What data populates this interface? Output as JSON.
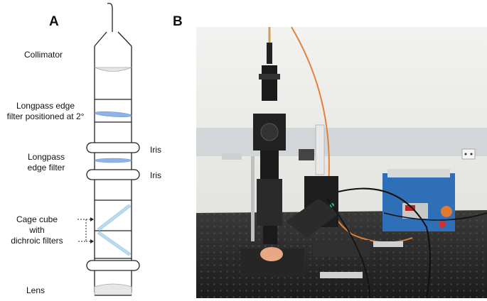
{
  "panels": {
    "a": {
      "letter": "A"
    },
    "b": {
      "letter": "B"
    }
  },
  "labels": {
    "collimator": "Collimator",
    "longpass_line1": "Longpass edge",
    "longpass_line2": "filter positioned at 2°",
    "iris_top": "Iris",
    "longpass2_line1": "Longpass",
    "longpass2_line2": "edge filter",
    "iris_bottom": "Iris",
    "cage_line1": "Cage cube",
    "cage_line2": "with",
    "cage_line3": "dichroic filters",
    "lens": "Lens"
  },
  "colors": {
    "filter_blue": "#8fb3e6",
    "dichroic_blue": "#b7dcef",
    "lens_gray": "#e6e6e6",
    "optical_table": "#2a2a2a",
    "orange_fiber": "#e0823a",
    "blue_box": "#2f6fb8"
  }
}
